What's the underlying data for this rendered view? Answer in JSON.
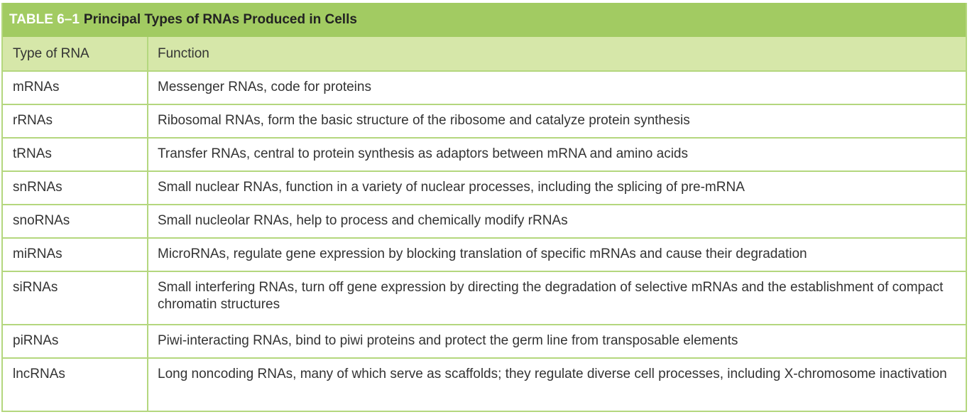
{
  "table": {
    "number": "TABLE 6–1",
    "title": "Principal Types of RNAs Produced in Cells",
    "headers": [
      "Type of RNA",
      "Function"
    ],
    "rows": [
      {
        "type": "mRNAs",
        "function": "Messenger RNAs, code for proteins"
      },
      {
        "type": "rRNAs",
        "function": "Ribosomal RNAs, form the basic structure of the ribosome and catalyze protein synthesis"
      },
      {
        "type": "tRNAs",
        "function": "Transfer RNAs, central to protein synthesis as adaptors between mRNA and amino acids"
      },
      {
        "type": "snRNAs",
        "function": "Small nuclear RNAs, function in a variety of nuclear processes, including the splicing of pre-mRNA"
      },
      {
        "type": "snoRNAs",
        "function": "Small nucleolar RNAs, help to process and chemically modify rRNAs"
      },
      {
        "type": "miRNAs",
        "function": "MicroRNAs, regulate gene expression by blocking translation of specific mRNAs and cause their degradation"
      },
      {
        "type": "siRNAs",
        "function": "Small interfering RNAs, turn off gene expression by directing the degradation of selective mRNAs and the establishment of compact chromatin structures"
      },
      {
        "type": "piRNAs",
        "function": "Piwi-interacting RNAs, bind to piwi proteins and protect the germ line from transposable elements"
      },
      {
        "type": "lncRNAs",
        "function": "Long noncoding RNAs, many of which serve as scaffolds; they regulate diverse cell processes, including X-chromosome inactivation"
      }
    ]
  }
}
